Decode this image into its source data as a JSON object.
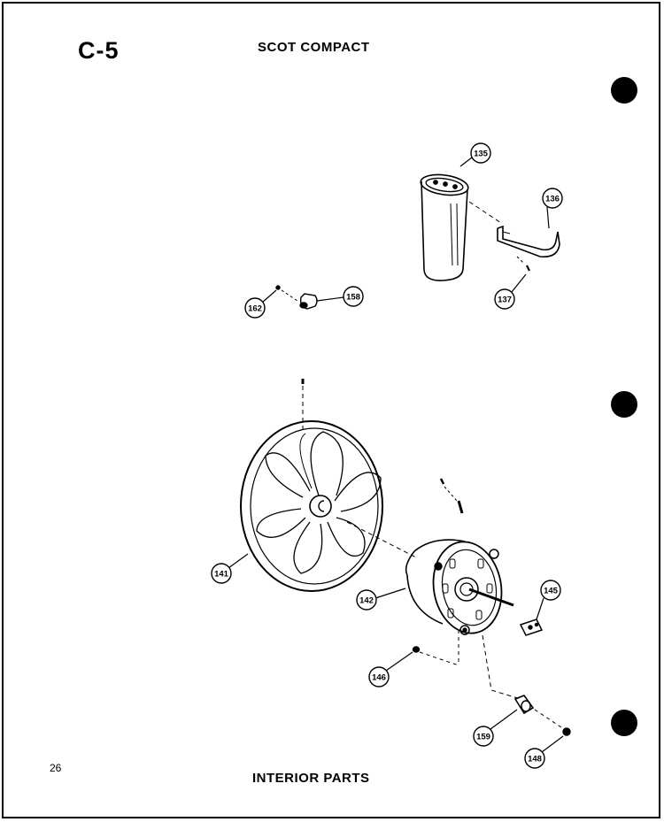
{
  "header": {
    "code": "C-5",
    "model": "SCOT COMPACT"
  },
  "footer": {
    "page_number": "26",
    "section_title": "INTERIOR PARTS"
  },
  "callouts": {
    "c135": "135",
    "c136": "136",
    "c137": "137",
    "c158": "158",
    "c162": "162",
    "c141": "141",
    "c142": "142",
    "c145": "145",
    "c146": "146",
    "c159": "159",
    "c148": "148"
  },
  "colors": {
    "ink": "#000000",
    "paper": "#ffffff"
  }
}
